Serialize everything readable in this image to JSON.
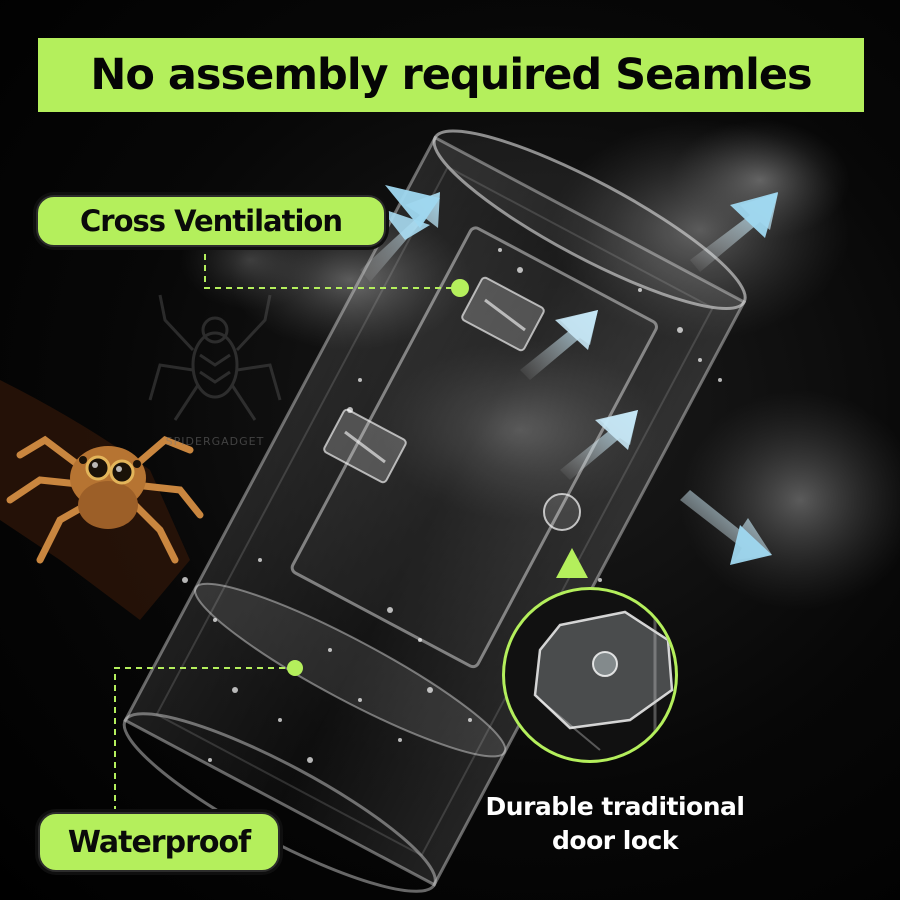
{
  "headline": "No assembly required Seamles",
  "labels": {
    "ventilation": "Cross Ventilation",
    "waterproof": "Waterproof",
    "door_lock_line1": "Durable traditional",
    "door_lock_line2": "door lock"
  },
  "watermark": "SPIDERGADGET",
  "colors": {
    "accent": "#b4ef5c",
    "background": "#000000",
    "arrow": "#9fd8f0"
  }
}
